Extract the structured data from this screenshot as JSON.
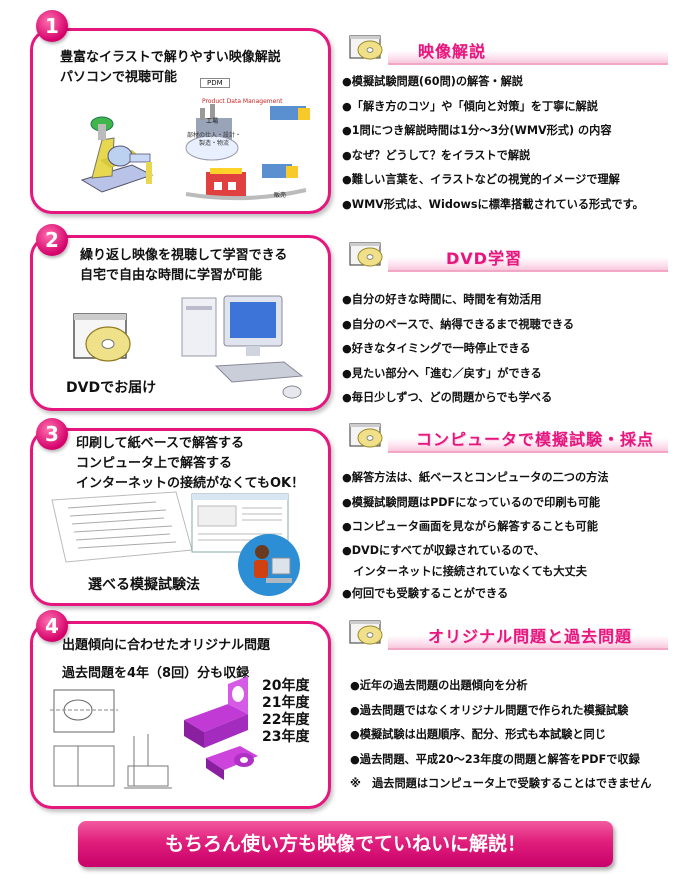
{
  "sections": [
    {
      "number": "1",
      "box_lines": [
        "豊富なイラストで解りやすい映像解説",
        "パソコンで視聴可能"
      ],
      "illustration_labels": [
        "PDM",
        "Product Data Management",
        "工場",
        "部材の仕入・設計・製造・物流",
        "販売"
      ],
      "heading": "映像解説",
      "bullets": [
        "●模擬試験問題(60問)の解答・解説",
        "●「解き方のコツ」や「傾向と対策」を丁寧に解説",
        "●1問につき解説時間は1分～3分(WMV形式) の内容",
        "●なぜ？どうして？をイラストで解説",
        "●難しい言葉を、イラストなどの視覚的イメージで理解",
        "●WMV形式は、Widowsに標準搭載されている形式です。"
      ]
    },
    {
      "number": "2",
      "box_lines": [
        "繰り返し映像を視聴して学習できる",
        "自宅で自由な時間に学習が可能"
      ],
      "caption": "DVDでお届け",
      "heading": "DVD学習",
      "bullets": [
        "●自分の好きな時間に、時間を有効活用",
        "●自分のペースで、納得できるまで視聴できる",
        "●好きなタイミングで一時停止できる",
        "●見たい部分へ「進む／戻す」ができる",
        "●毎日少しずつ、どの問題からでも学べる"
      ]
    },
    {
      "number": "3",
      "box_lines": [
        "印刷して紙ベースで解答する",
        "コンピュータ上で解答する",
        "インターネットの接続がなくてもOK！"
      ],
      "caption": "選べる模擬試験法",
      "heading": "コンピュータで模擬試験・採点",
      "bullets": [
        "●解答方法は、紙ベースとコンピュータの二つの方法",
        "●模擬試験問題はPDFになっているので印刷も可能",
        "●コンピュータ画面を見ながら解答することも可能",
        "●DVDにすべてが収録されているので、",
        "　インターネットに接続されていなくても大丈夫",
        "●何回でも受験することができる"
      ]
    },
    {
      "number": "4",
      "box_lines": [
        "出題傾向に合わせたオリジナル問題",
        "過去問題を4年（8回）分も収録"
      ],
      "years": [
        "20年度",
        "21年度",
        "22年度",
        "23年度"
      ],
      "heading": "オリジナル問題と過去問題",
      "bullets": [
        "●近年の過去問題の出題傾向を分析",
        "●過去問題ではなくオリジナル問題で作られた模擬試験",
        "●模擬試験は出題順序、配分、形式も本試験と同じ",
        "●過去問題、平成20～23年度の問題と解答をPDFで収録",
        "※　過去問題はコンピュータ上で受験することはできません"
      ]
    }
  ],
  "banner": "もちろん使い方も映像でていねいに解説！",
  "colors": {
    "accent": "#e5177e",
    "heading_fade": "#f8c8dc",
    "banner": "#e01f7c"
  }
}
